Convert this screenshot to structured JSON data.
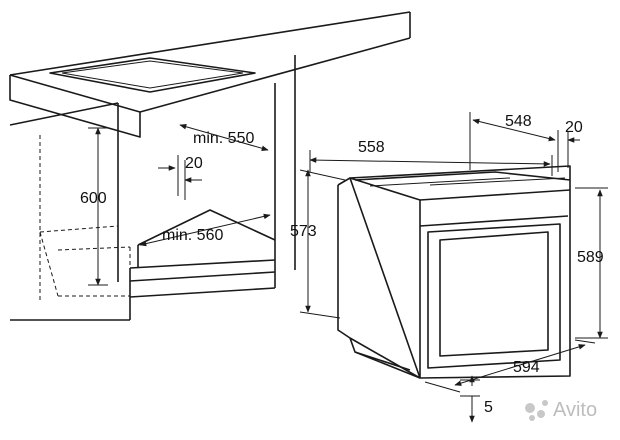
{
  "labels": {
    "cabinet_height": "600",
    "niche_depth": "min. 550",
    "back_gap": "20",
    "niche_width": "min. 560",
    "oven_body_width": "558",
    "oven_depth": "548",
    "back_offset": "20",
    "oven_body_height": "573",
    "oven_height": "589",
    "oven_width": "594",
    "bottom_offset": "5"
  },
  "watermark": "Avito",
  "colors": {
    "ink": "#1a1a1a",
    "watermark": "#bdbdbd"
  }
}
